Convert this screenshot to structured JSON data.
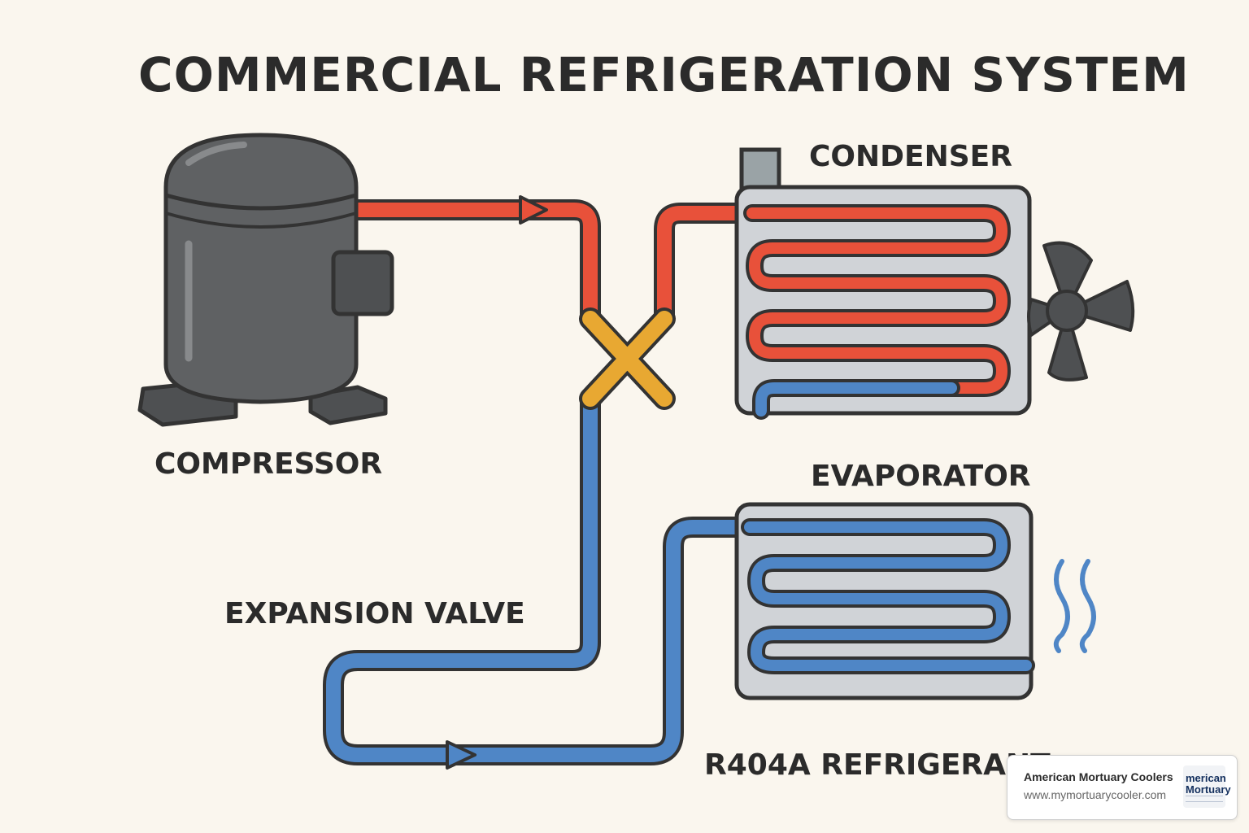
{
  "title": "COMMERCIAL REFRIGERATION SYSTEM",
  "components": {
    "compressor": "COMPRESSOR",
    "condenser": "CONDENSER",
    "evaporator": "EVAPORATOR",
    "expansion_valve": "EXPANSION VALVE",
    "refrigerant": "R404A REFRIGERANT"
  },
  "badge": {
    "name": "American Mortuary Coolers",
    "url": "www.mymortuarycooler.com",
    "logo_line1": "merican",
    "logo_line2": "Mortuary"
  },
  "colors": {
    "background": "#faf6ee",
    "hot_line": "#e8513a",
    "cold_line": "#4f86c6",
    "valve": "#e8a832",
    "component_body": "#5f6163",
    "coil_panel": "#d0d3d7",
    "outline": "#333333"
  },
  "icons": [
    "compressor-icon",
    "fan-icon",
    "cold-air-icon",
    "flow-arrow-icon",
    "expansion-valve-icon"
  ]
}
